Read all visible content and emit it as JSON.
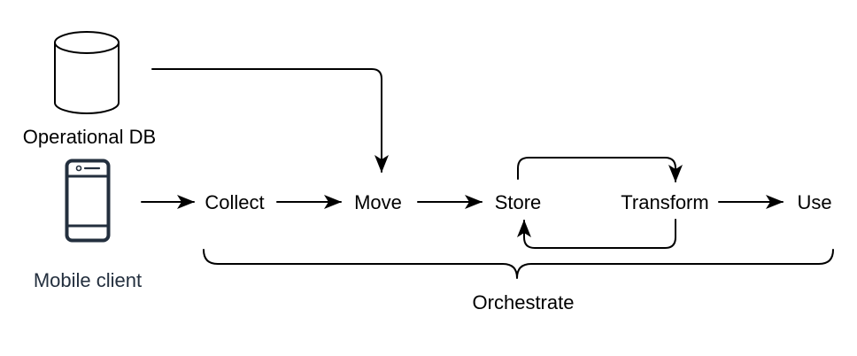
{
  "sources": {
    "database": {
      "label": "Operational DB",
      "icon": "database-icon"
    },
    "mobile": {
      "label": "Mobile client",
      "icon": "mobile-phone-icon"
    }
  },
  "stages": [
    "Collect",
    "Move",
    "Store",
    "Transform",
    "Use"
  ],
  "orchestrate_label": "Orchestrate",
  "colors": {
    "line": "#000000",
    "mobile_label": "#232f3e",
    "icon_fill": "#ffffff",
    "background": "#ffffff"
  }
}
